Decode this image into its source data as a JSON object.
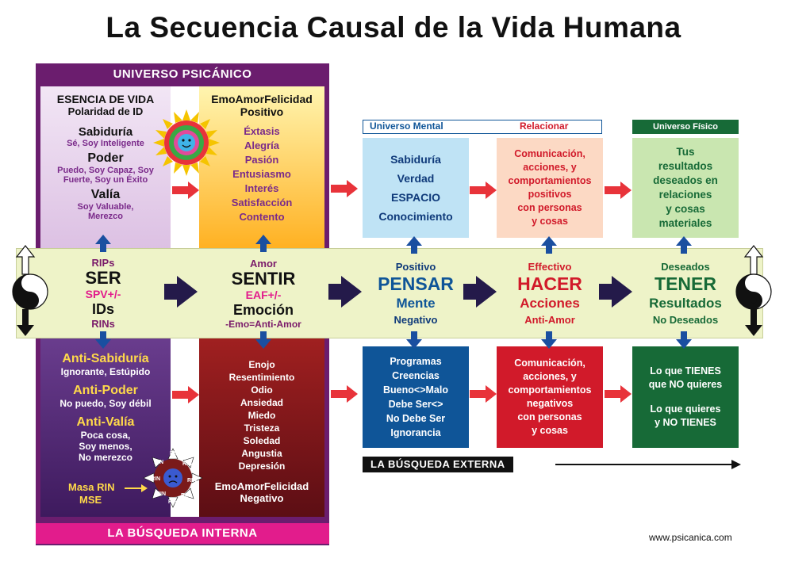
{
  "title": "La Secuencia Causal de la Vida Humana",
  "left_panel": {
    "header": "UNIVERSO PSICÁNICO",
    "footer": "LA BÚSQUEDA INTERNA",
    "esencia": {
      "title": "ESENCIA DE VIDA",
      "subtitle": "Polaridad de ID",
      "sabiduria": "Sabiduría",
      "sabiduria_desc": "Sé, Soy Inteligente",
      "poder": "Poder",
      "poder_desc_1": "Puedo, Soy Capaz, Soy",
      "poder_desc_2": "Fuerte, Soy un Éxito",
      "valia": "Valía",
      "valia_desc_1": "Soy Valuable,",
      "valia_desc_2": "Merezco"
    },
    "positivo": {
      "title": "EmoAmorFelicidad",
      "subtitle": "Positivo",
      "items": [
        "Éxtasis",
        "Alegría",
        "Pasión",
        "Entusiasmo",
        "Interés",
        "Satisfacción",
        "Contento"
      ]
    },
    "anti": {
      "sabiduria": "Anti-Sabiduría",
      "sabiduria_desc": "Ignorante, Estúpido",
      "poder": "Anti-Poder",
      "poder_desc": "No puedo, Soy débil",
      "valia": "Anti-Valía",
      "valia_desc": [
        "Poca cosa,",
        "Soy menos,",
        "No merezco"
      ],
      "masa": "Masa RIN",
      "mse": "MSE",
      "rin_label": "RIN"
    },
    "negativo": {
      "items": [
        "Enojo",
        "Resentimiento",
        "Odio",
        "Ansiedad",
        "Miedo",
        "Tristeza",
        "Soledad",
        "Angustia",
        "Depresión"
      ],
      "title": "EmoAmorFelicidad",
      "subtitle": "Negativo"
    }
  },
  "right_headers": {
    "mental": "Universo Mental",
    "relacionar": "Relacionar",
    "fisico": "Universo Físico"
  },
  "boxes_top": {
    "mental": [
      "Sabiduría",
      "Verdad",
      "ESPACIO",
      "Conocimiento"
    ],
    "relacionar": [
      "Comunicación,",
      "acciones, y",
      "comportamientos",
      "positivos",
      "con personas",
      "y cosas"
    ],
    "fisico": [
      "Tus",
      "resultados",
      "deseados en",
      "relaciones",
      "y cosas",
      "materiales"
    ]
  },
  "boxes_bottom": {
    "mental": [
      "Programas",
      "Creencias",
      "Bueno<>Malo",
      "Debe Ser<>",
      "No Debe Ser",
      "Ignorancia"
    ],
    "relacionar": [
      "Comunicación,",
      "acciones, y",
      "comportamientos",
      "negativos",
      "con personas",
      "y cosas"
    ],
    "fisico_1": [
      "Lo que TIENES",
      "que NO quieres"
    ],
    "fisico_2": [
      "Lo que quieres",
      "y NO TIENES"
    ]
  },
  "band": {
    "ser": {
      "top": "RIPs",
      "main": "SER",
      "sub": "SPV+/-",
      "main2": "IDs",
      "bottom": "RINs"
    },
    "sentir": {
      "top": "Amor",
      "main": "SENTIR",
      "sub": "EAF+/-",
      "main2": "Emoción",
      "bottom": "-Emo=Anti-Amor"
    },
    "pensar": {
      "top": "Positivo",
      "main": "PENSAR",
      "main2": "Mente",
      "bottom": "Negativo"
    },
    "hacer": {
      "top": "Effectivo",
      "main": "HACER",
      "main2": "Acciones",
      "bottom": "Anti-Amor"
    },
    "tener": {
      "top": "Deseados",
      "main": "TENER",
      "main2": "Resultados",
      "bottom": "No Deseados"
    }
  },
  "busqueda_externa": "LA BÚSQUEDA EXTERNA",
  "url": "www.psicanica.com",
  "colors": {
    "purple_dark": "#6b1d6e",
    "purple_light": "#e2c8e8",
    "orange_light": "#ffd34d",
    "red_dark": "#8a1a1a",
    "blue_light": "#bfe3f5",
    "blue_dark": "#0f5598",
    "salmon_light": "#fcd9c4",
    "red_box": "#d11a2a",
    "green_light": "#c9e6b0",
    "green_dark": "#176a37",
    "arrow_red": "#e8333a",
    "arrow_navy": "#241a4a",
    "arrow_blue": "#1a4fa0"
  }
}
